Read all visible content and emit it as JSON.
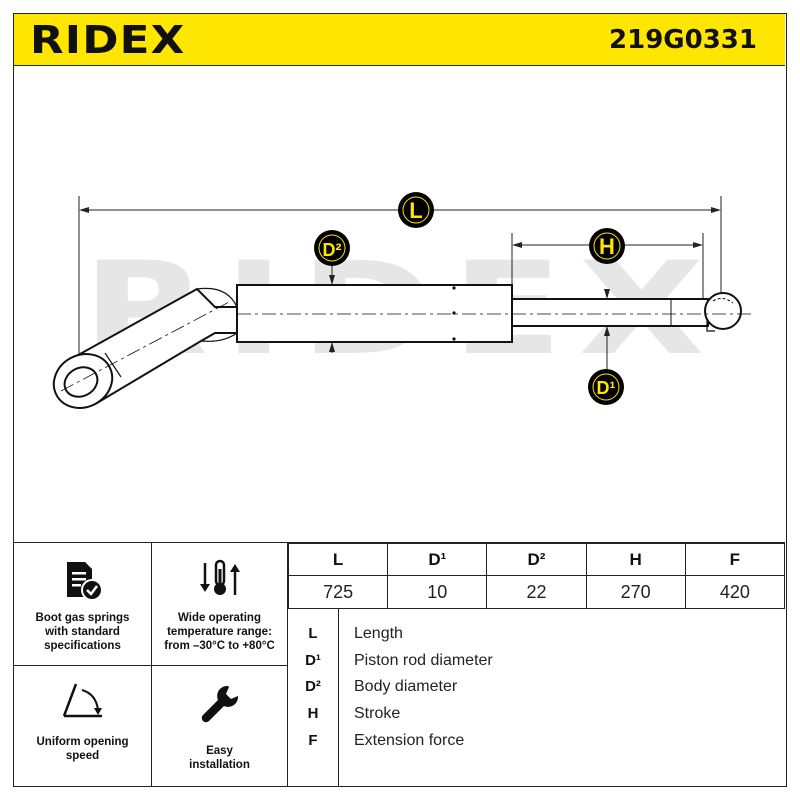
{
  "header": {
    "brand": "RIDEX",
    "part_number": "219G0331"
  },
  "drawing": {
    "watermark": "RIDEX",
    "dimension_labels": {
      "L": "L",
      "H": "H",
      "D2": "D²",
      "D1": "D¹"
    }
  },
  "features": [
    {
      "icon": "document-check-icon",
      "label": [
        "Boot gas springs",
        "with standard",
        "specifications"
      ]
    },
    {
      "icon": "temperature-arrows-icon",
      "label": [
        "Wide operating",
        "temperature range:",
        "from –30°C to +80°C"
      ]
    },
    {
      "icon": "opening-angle-icon",
      "label": [
        "Uniform opening",
        "speed"
      ]
    },
    {
      "icon": "wrench-icon",
      "label": [
        "Easy",
        "installation"
      ]
    }
  ],
  "specs": {
    "headers": [
      "L",
      "D¹",
      "D²",
      "H",
      "F"
    ],
    "values": [
      "725",
      "10",
      "22",
      "270",
      "420"
    ]
  },
  "legend": [
    {
      "key": "L",
      "text": "Length"
    },
    {
      "key": "D¹",
      "text": "Piston rod diameter"
    },
    {
      "key": "D²",
      "text": "Body diameter"
    },
    {
      "key": "H",
      "text": "Stroke"
    },
    {
      "key": "F",
      "text": "Extension force"
    }
  ],
  "colors": {
    "accent": "#ffe600",
    "ink": "#111111",
    "watermark": "#e6e6e6"
  }
}
